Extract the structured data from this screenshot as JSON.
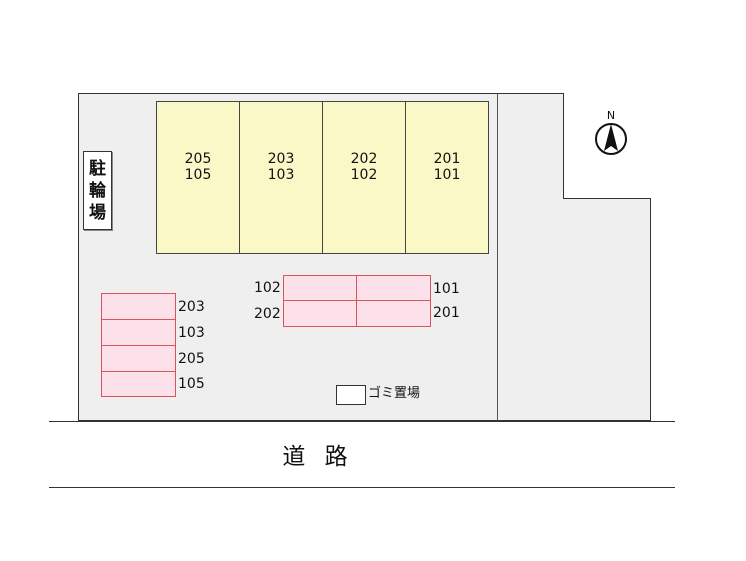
{
  "compass": {
    "north_label": "N",
    "icon": "north-arrow-icon"
  },
  "building": {
    "units": [
      {
        "upper": "205",
        "lower": "105"
      },
      {
        "upper": "203",
        "lower": "103"
      },
      {
        "upper": "202",
        "lower": "102"
      },
      {
        "upper": "201",
        "lower": "101"
      }
    ]
  },
  "bicycle_parking": {
    "label_chars": [
      "駐",
      "輪",
      "場"
    ]
  },
  "parking_left": {
    "labels": [
      "203",
      "103",
      "205",
      "105"
    ]
  },
  "parking_center": {
    "top_left": "102",
    "bottom_left": "202",
    "top_right": "101",
    "bottom_right": "201"
  },
  "garbage": {
    "label": "ゴミ置場"
  },
  "road": {
    "label": "道 路"
  },
  "colors": {
    "lot_fill": "#efefef",
    "building_fill": "#fbf8c8",
    "parking_fill": "#fde1ea",
    "parking_border": "#d9545b"
  }
}
